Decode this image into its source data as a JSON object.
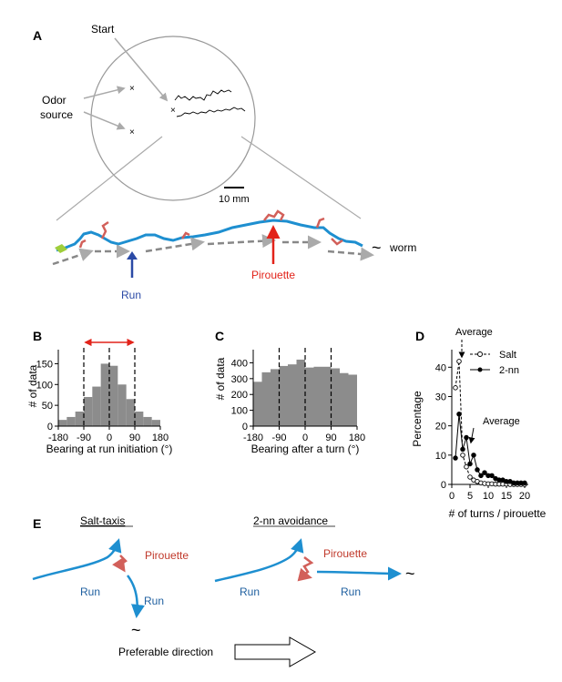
{
  "panels": {
    "a": "A",
    "b": "B",
    "c": "C",
    "d": "D",
    "e": "E"
  },
  "panel_a": {
    "start": "Start",
    "odor_source_1": "Odor",
    "odor_source_2": "source",
    "scale_bar": "10 mm",
    "run": "Run",
    "pirouette": "Pirouette",
    "worm": "worm",
    "worm_glyph": "~"
  },
  "panel_e": {
    "salt_title": "Salt-taxis",
    "nn_title": "2-nn avoidance",
    "pirouette_1": "Pirouette",
    "pirouette_2": "Pirouette",
    "run_1": "Run",
    "run_2": "Run",
    "run_3": "Run",
    "run_4": "Run",
    "preferable": "Preferable direction",
    "worm_glyph": "~"
  },
  "colors": {
    "track_blue": "#1e8fd0",
    "pirouette_red": "#d2605a",
    "bar_gray": "#8c8c8c",
    "arrow_red": "#e2231a",
    "arrow_blue": "#2b4aa6",
    "start_green": "#9fce3a"
  },
  "chart_data": [
    {
      "id": "B",
      "type": "bar",
      "xlabel": "Bearing at run initiation (°)",
      "ylabel": "# of data",
      "x_ticks": [
        "-180",
        "-90",
        "0",
        "90",
        "180"
      ],
      "y_ticks": [
        "0",
        "50",
        "100",
        "150"
      ],
      "xlim": [
        -180,
        180
      ],
      "ylim": [
        0,
        175
      ],
      "bin_width": 30,
      "bin_starts": [
        -180,
        -150,
        -120,
        -90,
        -60,
        -30,
        0,
        30,
        60,
        90,
        120,
        150
      ],
      "values": [
        15,
        22,
        35,
        70,
        95,
        150,
        145,
        100,
        65,
        35,
        22,
        15
      ],
      "dashed_lines": [
        -90,
        0,
        90
      ],
      "range_arrow": [
        -90,
        90
      ]
    },
    {
      "id": "C",
      "type": "bar",
      "xlabel": "Bearing after a turn (°)",
      "ylabel": "# of data",
      "x_ticks": [
        "-180",
        "-90",
        "0",
        "90",
        "180"
      ],
      "y_ticks": [
        "0",
        "100",
        "200",
        "300",
        "400"
      ],
      "xlim": [
        -180,
        180
      ],
      "ylim": [
        0,
        460
      ],
      "bin_width": 30,
      "bin_starts": [
        -180,
        -150,
        -120,
        -90,
        -60,
        -30,
        0,
        30,
        60,
        90,
        120,
        150
      ],
      "values": [
        280,
        340,
        360,
        380,
        390,
        420,
        370,
        375,
        375,
        365,
        335,
        325
      ],
      "dashed_lines": [
        -90,
        0,
        90
      ]
    },
    {
      "id": "D",
      "type": "line",
      "xlabel": "# of turns / pirouette",
      "ylabel": "Percentage",
      "x_ticks": [
        "0",
        "5",
        "10",
        "15",
        "20"
      ],
      "y_ticks": [
        "0",
        "10",
        "20",
        "30",
        "40"
      ],
      "xlim": [
        0,
        21
      ],
      "ylim": [
        0,
        46
      ],
      "legend_position": "top-right",
      "annotations": [
        "Average",
        "Average"
      ],
      "series": [
        {
          "name": "Salt",
          "style": "dashed-open",
          "x": [
            1,
            2,
            3,
            4,
            5,
            6,
            7,
            8,
            9,
            10,
            11,
            12,
            13,
            14,
            15,
            16,
            17,
            18,
            19,
            20
          ],
          "y": [
            33,
            42,
            10,
            6,
            2.5,
            1.5,
            1,
            0.5,
            0.3,
            0.2,
            0.2,
            0.1,
            0.1,
            0.1,
            0.1,
            0,
            0,
            0,
            0,
            0
          ]
        },
        {
          "name": "2-nn",
          "style": "solid-filled",
          "x": [
            1,
            2,
            3,
            4,
            5,
            6,
            7,
            8,
            9,
            10,
            11,
            12,
            13,
            14,
            15,
            16,
            17,
            18,
            19,
            20
          ],
          "y": [
            9,
            24,
            12,
            16,
            7,
            10,
            5,
            3,
            4,
            3,
            3,
            2,
            1.5,
            1.5,
            1,
            1,
            0.5,
            0.5,
            0.5,
            0.5
          ]
        }
      ]
    }
  ]
}
